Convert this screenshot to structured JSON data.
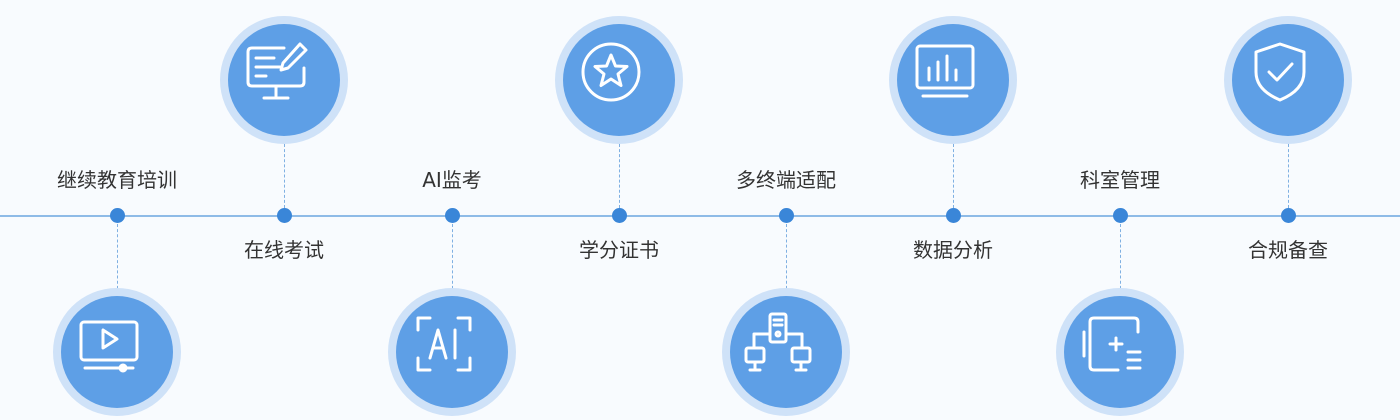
{
  "accent_color": "#5e9fe6",
  "axis_color": "#8ebbe7",
  "node_color": "#3a86d8",
  "features": [
    {
      "label": "继续教育培训",
      "icon": "video-play-icon"
    },
    {
      "label": "在线考试",
      "icon": "monitor-edit-icon"
    },
    {
      "label": "AI监考",
      "icon": "ai-scan-icon"
    },
    {
      "label": "学分证书",
      "icon": "star-badge-icon"
    },
    {
      "label": "多终端适配",
      "icon": "multi-device-icon"
    },
    {
      "label": "数据分析",
      "icon": "bar-chart-icon"
    },
    {
      "label": "科室管理",
      "icon": "department-manage-icon"
    },
    {
      "label": "合规备查",
      "icon": "shield-check-icon"
    }
  ]
}
